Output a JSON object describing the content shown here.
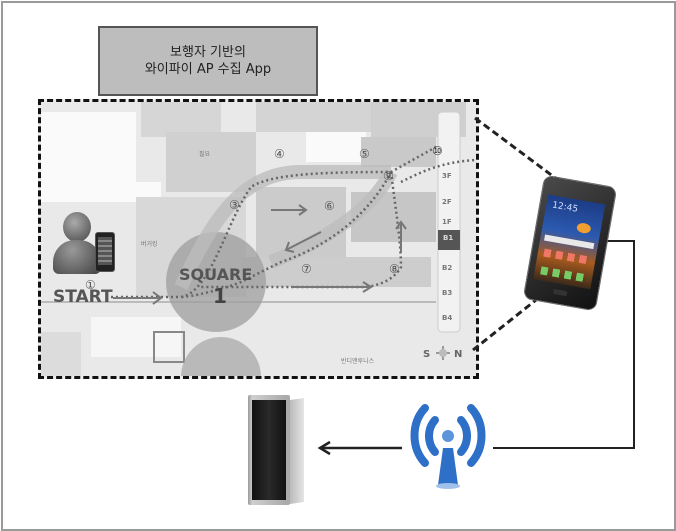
{
  "title_box": {
    "line1": "보행자 기반의",
    "line2": "와이파이 AP 수집 App"
  },
  "map": {
    "start_label": "START",
    "square_label": "SQUARE",
    "square_number": "1",
    "waypoints": [
      "①",
      "③",
      "④",
      "⑤",
      "⑥",
      "⑦",
      "⑧",
      "⑨",
      "⑩"
    ],
    "floors": [
      "3F",
      "2F",
      "1F",
      "B1",
      "B2",
      "B3",
      "B4"
    ],
    "active_floor": "B1",
    "compass": {
      "left": "S",
      "right": "N"
    },
    "area_labels": [
      "필요",
      "버거킹",
      "반디앤루니스"
    ]
  },
  "devices": {
    "user_icon": "pedestrian-with-phone",
    "smartphone": "android-smartphone",
    "access_point": "wifi-ap",
    "server": "server-rack"
  },
  "colors": {
    "title_bg": "#bdbdbd",
    "wifi_blue": "#2e6fc7",
    "frame_border": "#9a9a9a"
  }
}
